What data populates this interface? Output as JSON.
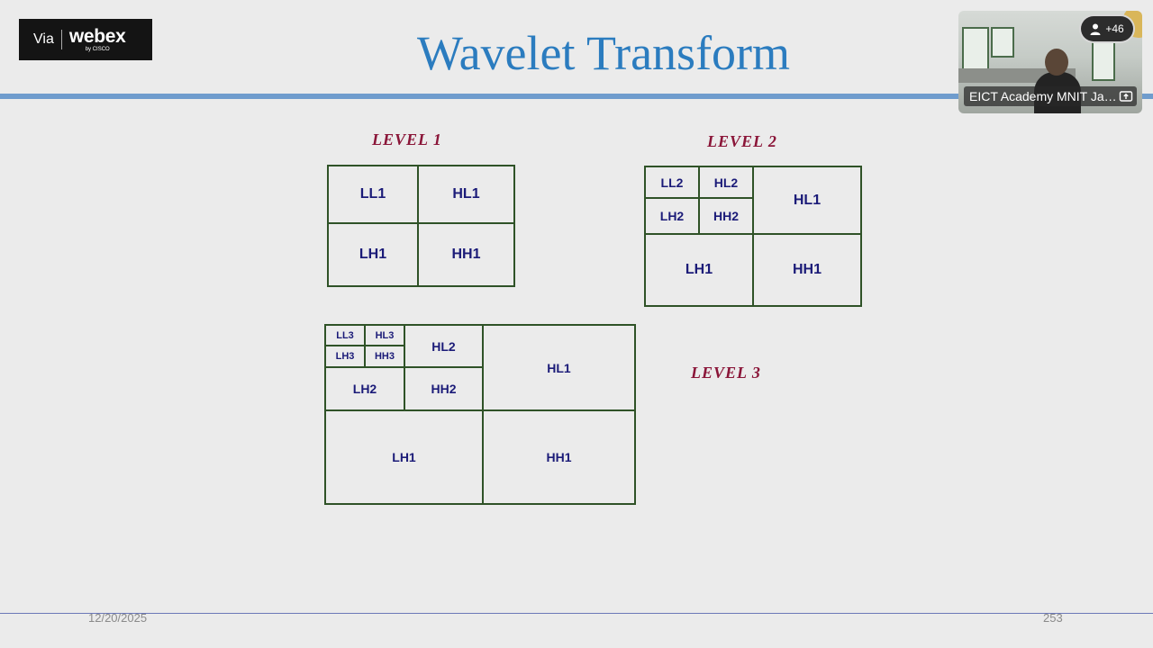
{
  "badge": {
    "via": "Via",
    "brand": "webex",
    "byline": "by CISCO"
  },
  "slide": {
    "title": "Wavelet Transform",
    "level1": {
      "label": "LEVEL 1",
      "cells": [
        "LL1",
        "HL1",
        "LH1",
        "HH1"
      ]
    },
    "level2": {
      "label": "LEVEL 2",
      "cells": [
        "LL2",
        "HL2",
        "LH2",
        "HH2",
        "HL1",
        "LH1",
        "HH1"
      ]
    },
    "level3": {
      "label": "LEVEL 3",
      "cells": [
        "LL3",
        "HL3",
        "LH3",
        "HH3",
        "HL2",
        "LH2",
        "HH2",
        "HL1",
        "LH1",
        "HH1"
      ]
    },
    "footer": {
      "date": "12/20/2025",
      "page": "253"
    }
  },
  "video": {
    "participant_count": "+46",
    "name": "EICT Academy MNIT Jaipur",
    "icons": {
      "participants": "person-icon",
      "expand": "expand-icon"
    }
  },
  "colors": {
    "title": "#2b7cbf",
    "rule": "#6f9ccd",
    "level_label": "#8a1538",
    "grid_line": "#2f5227",
    "cell_text": "#1b1b78",
    "background": "#ebebeb"
  }
}
